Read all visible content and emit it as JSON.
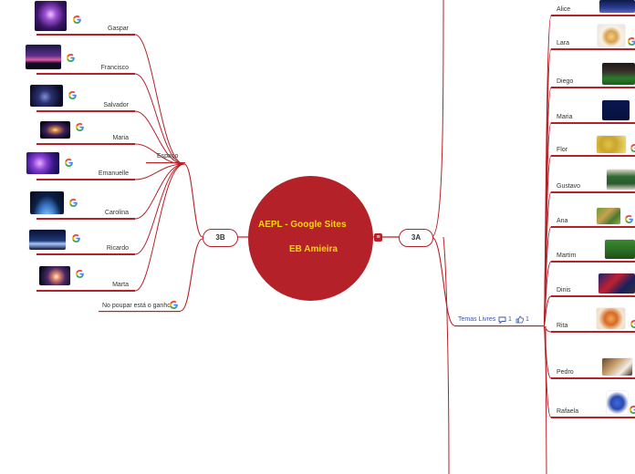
{
  "central": {
    "line1": "AEPL - Google Sites",
    "line2": "EB Amieira",
    "color": "#b52128",
    "text_color": "#f5d90a"
  },
  "branches": {
    "left": {
      "label": "3B"
    },
    "right": {
      "label": "3A"
    }
  },
  "handle_icon": "equals-icon",
  "left_group": {
    "label": "Espaço",
    "items": [
      {
        "name": "Gaspar",
        "thumb": "galaxy-purple"
      },
      {
        "name": "Francisco",
        "thumb": "planet-horizon"
      },
      {
        "name": "Salvador",
        "thumb": "star-field"
      },
      {
        "name": "Maria",
        "thumb": "galaxy-spiral"
      },
      {
        "name": "Emanuelle",
        "thumb": "nebula-violet"
      },
      {
        "name": "Carolina",
        "thumb": "earth-orbit"
      },
      {
        "name": "Ricardo",
        "thumb": "earth-night"
      },
      {
        "name": "Marta",
        "thumb": "nebula-tree"
      }
    ],
    "extra": {
      "name": "No poupar está o ganho"
    }
  },
  "right_group": {
    "label": "Temas Livres",
    "comments": "1",
    "likes": "1",
    "items": [
      {
        "name": "Alice",
        "thumb": "disney-night"
      },
      {
        "name": "Lara",
        "thumb": "cake"
      },
      {
        "name": "Diego",
        "thumb": "football-stadium"
      },
      {
        "name": "Maria",
        "thumb": "disney-logo"
      },
      {
        "name": "Flor",
        "thumb": "kingfisher"
      },
      {
        "name": "Gustavo",
        "thumb": "team-photo"
      },
      {
        "name": "Ana",
        "thumb": "animals"
      },
      {
        "name": "Martim",
        "thumb": "football-player"
      },
      {
        "name": "Dinis",
        "thumb": "football-crowd"
      },
      {
        "name": "Rita",
        "thumb": "fox"
      },
      {
        "name": "Pedro",
        "thumb": "dog"
      },
      {
        "name": "Rafaela",
        "thumb": "stitch"
      }
    ]
  },
  "icons": {
    "google": "google-g-icon",
    "comment": "comment-icon",
    "like": "thumbs-up-icon"
  }
}
